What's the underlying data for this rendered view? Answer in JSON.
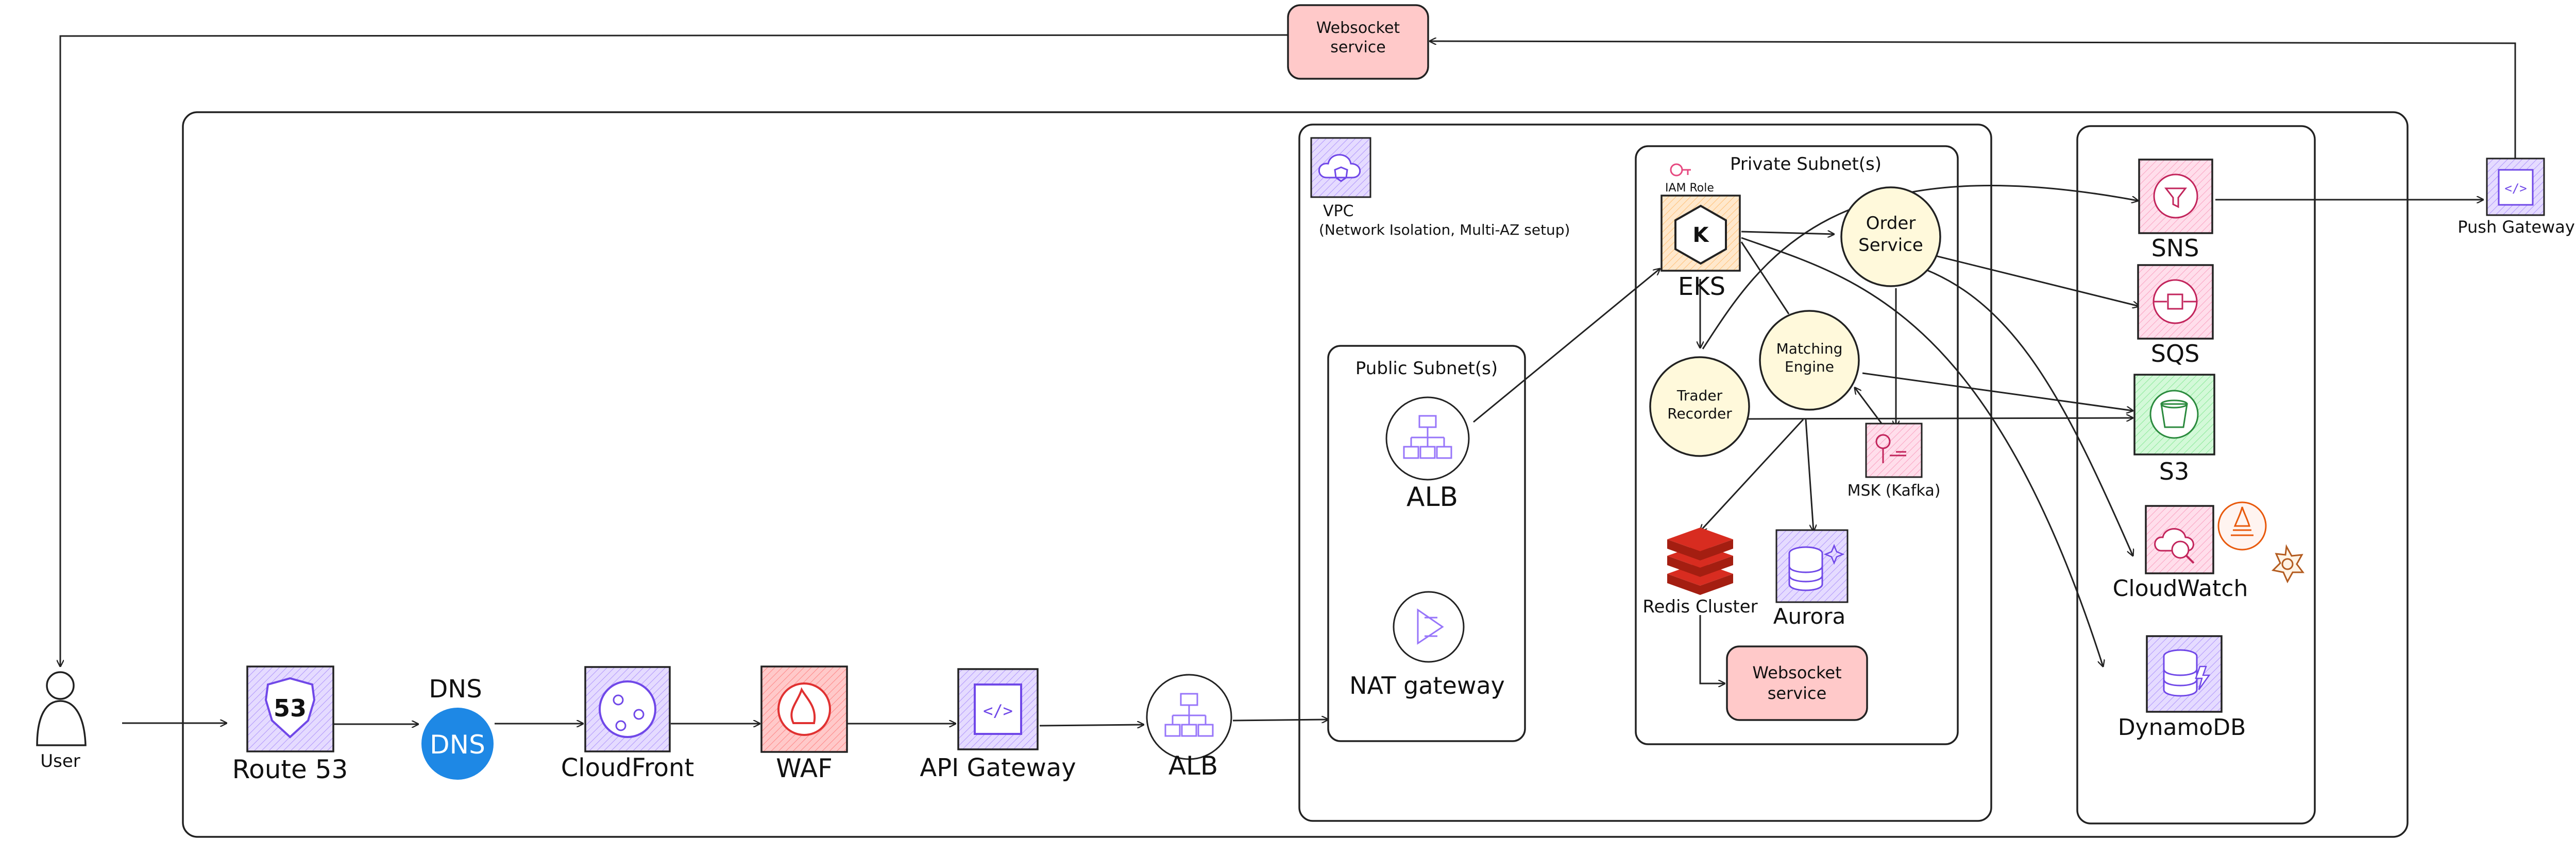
{
  "title": "",
  "nodes": {
    "top_websocket": "Websocket\nservice",
    "user": "User",
    "route53": "Route 53",
    "route53_badge": "53",
    "dns_top": "DNS",
    "dns_circle": "DNS",
    "cloudfront": "CloudFront",
    "waf": "WAF",
    "api_gateway": "API Gateway",
    "alb_outer": "ALB",
    "vpc": "VPC",
    "vpc_note": "(Network Isolation, Multi-AZ setup)",
    "public_subnet": "Public Subnet(s)",
    "alb_public": "ALB",
    "nat_gateway": "NAT gateway",
    "private_subnet": "Private Subnet(s)",
    "iam_role": "IAM Role",
    "eks": "EKS",
    "eks_badge": "K",
    "order_service": "Order\nService",
    "matching_engine": "Matching\nEngine",
    "trader_recorder": "Trader\nRecorder",
    "msk": "MSK (Kafka)",
    "redis": "Redis Cluster",
    "aurora": "Aurora",
    "inner_websocket": "Websocket\nservice",
    "sns": "SNS",
    "sqs": "SQS",
    "s3": "S3",
    "cloudwatch": "CloudWatch",
    "dynamodb": "DynamoDB",
    "push_gateway": "Push Gateway"
  },
  "colors": {
    "stroke": "#222222",
    "websocket_fill": "#ffc9c9",
    "service_circle_fill": "#fff9db",
    "dns_fill": "#1e88e5",
    "purple_icon_fill": "#e5dbff",
    "purple_icon_stroke": "#7048e8",
    "pink_icon_fill": "#ffdeeb",
    "pink_icon_stroke": "#c2255c",
    "orange_icon_fill": "#ffe8cc",
    "green_icon_fill": "#d3f9d8",
    "green_icon_stroke": "#2b8a3e",
    "redis_red": "#d82c20"
  }
}
